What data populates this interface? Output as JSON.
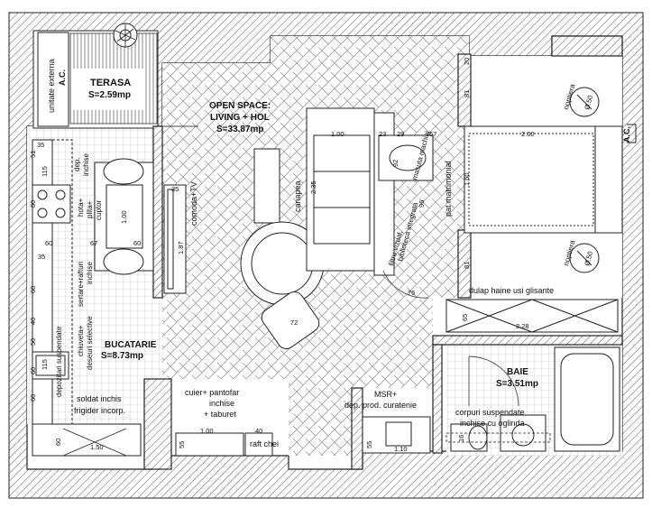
{
  "rooms": {
    "terrace": {
      "name": "TERASA",
      "area": "S=2.59mp"
    },
    "living": {
      "name": "OPEN SPACE:",
      "name2": "LIVING + HOL",
      "area": "S=33.87mp"
    },
    "kitchen": {
      "name": "BUCATARIE",
      "area": "S=8.73mp"
    },
    "bath": {
      "name": "BAIE",
      "area": "S=3.51mp"
    }
  },
  "labels": {
    "ac_unit_1": "unitate externa",
    "ac_unit_2": "A.C.",
    "dep_1": "dep.",
    "dep_2": "inchise",
    "hob_1": "hota+",
    "hob_2": "plita+",
    "hob_3": "cuptor",
    "drawers_1": "sertare+rafturi",
    "drawers_2": "inchise",
    "sink_1": "chiuveta+",
    "sink_2": "deseuri selective",
    "hanging": "depozitari suspendate",
    "dresser": "comoda+TV",
    "sofa": "canapea",
    "filter_1": "filtru vizual,",
    "filter_2": "biblioteca integrata",
    "vanity": "masuta machiaj",
    "bed": "pat matrimonial",
    "nightstand_top": "noptiera",
    "nightstand_bottom": "noptiera",
    "ac_bedroom": "A.C.",
    "wardrobe": "dulap haine usi glisante",
    "soldier_1": "soldat inchis",
    "soldier_2": "frigider incorp.",
    "coat_1": "cuier+ pantofar",
    "coat_2": "inchise",
    "coat_3": "+ taburet",
    "keys": "raft chei",
    "msr_1": "MSR+",
    "msr_2": "dep. prod. curatenie",
    "bath_cab_1": "corpuri suspendate",
    "bath_cab_2": "inchise cu oglinda"
  },
  "dimensions": {
    "d_35_top": "35",
    "d_51": "51",
    "d_115": "115",
    "d_80_hob": "80",
    "d_60_a": "60",
    "d_35_b": "35",
    "d_60_b": "60",
    "d_40": "40",
    "d_50": "50",
    "d_115_b": "115",
    "d_60_c": "60",
    "d_60_d": "60",
    "d_60_bottom": "60",
    "d_150": "1.50",
    "d_100": "1.00",
    "d_67_k": "67",
    "d_60_k": "60",
    "d_35_c": "35",
    "d_187": "1.87",
    "d_sofa_w": "1.00",
    "d_23": "23",
    "d_29": "29",
    "d_67_b": "67",
    "d_92": "92",
    "d_96": "96",
    "d_235": "2.35",
    "d_200": "2.00",
    "d_160": "1.60",
    "d_81_top": "81",
    "d_81_bot": "81",
    "d_20": "20",
    "d_o50_top": "Ø.50",
    "d_o50_bot": "Ø.50",
    "d_76": "76",
    "d_65": "65",
    "d_228": "2.28",
    "d_55_hall": "55",
    "d_100_hall": "1.00",
    "d_40_hall": "40",
    "d_55_msr": "55",
    "d_110": "1.10",
    "d_16": "16",
    "d_72": "72"
  }
}
